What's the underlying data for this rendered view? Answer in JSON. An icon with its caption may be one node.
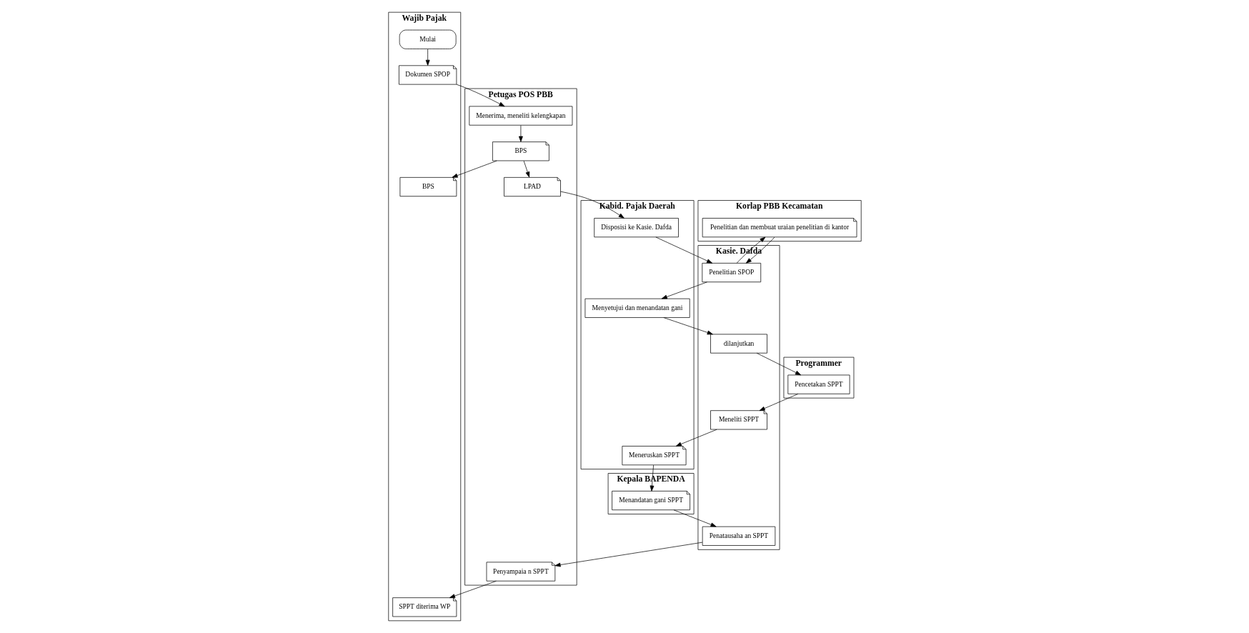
{
  "diagram": {
    "nodes": [
      {
        "text": [
          "Wajib Pajak"
        ]
      },
      {
        "text": [
          "Petugas POS PBB"
        ]
      },
      {
        "text": [
          "Korlap PBB Kecamatan"
        ]
      },
      {
        "text": [
          "Kabid. Pajak Daerah"
        ]
      },
      {
        "text": [
          "Kasie. Dafda"
        ]
      },
      {
        "text": [
          "Programmer"
        ]
      },
      {
        "text": [
          "Kepala BAPENDA"
        ]
      },
      {
        "text": [
          "Mulai"
        ],
        "in": 0
      },
      {
        "text": [
          "Dokumen SPOP"
        ],
        "in": 0
      },
      {
        "text": [
          "Menerima, meneliti kelengkapan"
        ],
        "in": 1
      },
      {
        "text": [
          "BPS"
        ],
        "in": 0
      },
      {
        "text": [
          "BPS"
        ],
        "in": 1
      },
      {
        "text": [
          "LPAD"
        ],
        "in": 1
      },
      {
        "text": [
          "SPPT diterima WP"
        ],
        "in": 0
      },
      {
        "text": [
          "Penyampaia n SPPT"
        ],
        "in": 1
      },
      {
        "text": [
          "Penelitian dan membuat uraian penelitian di kantor"
        ],
        "in": 2
      },
      {
        "text": [
          "Disposisi ke Kasie. Dafda"
        ],
        "in": 3
      },
      {
        "text": [
          "Menyetujui dan menandatan gani"
        ],
        "in": 3
      },
      {
        "text": [
          "Meneruskan SPPT"
        ],
        "in": 3
      },
      {
        "text": [
          "Penelitian SPOP"
        ],
        "in": 4
      },
      {
        "text": [
          "dilanjutkan"
        ],
        "in": 4
      },
      {
        "text": [
          "Meneliti SPPT"
        ],
        "in": 4
      },
      {
        "text": [
          "Penatausaha an SPPT"
        ],
        "in": 4
      },
      {
        "text": [
          "Pencetakan SPPT"
        ],
        "in": 5
      },
      {
        "text": [
          "Menandatan gani SPPT"
        ],
        "in": 6
      }
    ],
    "edges": [
      {
        "from": 7,
        "to": 8,
        "arrow": "to"
      },
      {
        "from": 8,
        "to": 9,
        "arrow": "to"
      },
      {
        "from": 9,
        "to": 11,
        "arrow": "to"
      },
      {
        "from": 11,
        "to": 10,
        "arrow": "to"
      },
      {
        "from": 11,
        "to": 12,
        "arrow": "to"
      },
      {
        "from": 12,
        "to": 16,
        "arrow": "to"
      },
      {
        "from": 19,
        "to": 15,
        "arrow": "to"
      },
      {
        "from": 16,
        "to": 19,
        "arrow": "to"
      },
      {
        "from": 15,
        "to": 19,
        "arrow": "to"
      },
      {
        "from": 19,
        "to": 17,
        "arrow": "to"
      },
      {
        "from": 17,
        "to": 20,
        "arrow": "to"
      },
      {
        "from": 20,
        "to": 23,
        "arrow": "to"
      },
      {
        "from": 23,
        "to": 21,
        "arrow": "to"
      },
      {
        "from": 21,
        "to": 18,
        "arrow": "to"
      },
      {
        "from": 18,
        "to": 24,
        "arrow": "to"
      },
      {
        "from": 24,
        "to": 22,
        "arrow": "to"
      },
      {
        "from": 22,
        "to": 14,
        "arrow": "to"
      },
      {
        "from": 14,
        "to": 13,
        "arrow": "to"
      }
    ]
  }
}
